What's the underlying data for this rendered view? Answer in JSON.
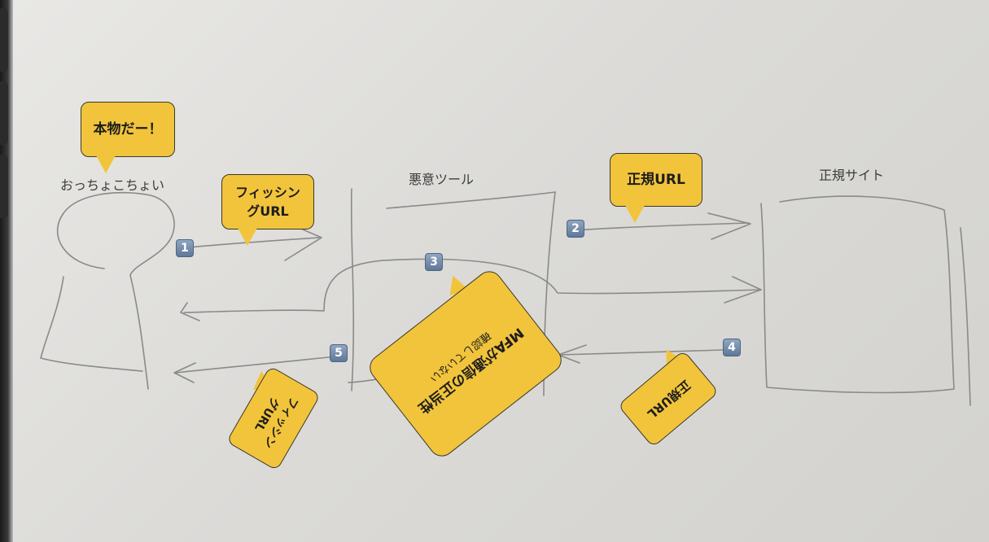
{
  "labels": {
    "user": "おっちょこちょい",
    "tool": "悪意ツール",
    "site": "正規サイト"
  },
  "bubbles": {
    "real": "本物だー！",
    "phish_top": [
      "フィッシン",
      "グURL"
    ],
    "legit_top": "正規URL",
    "mfa": [
      "MFAが通信の正当性",
      "確認していない"
    ],
    "legit_bottom": "正規URL",
    "phish_bottom": [
      "フィッシン",
      "グURL"
    ]
  },
  "steps": [
    "1",
    "2",
    "3",
    "4",
    "5"
  ],
  "colors": {
    "bubble": "#f2c43c",
    "badge": "#6f87a8",
    "sketch": "#8a8a8a"
  }
}
